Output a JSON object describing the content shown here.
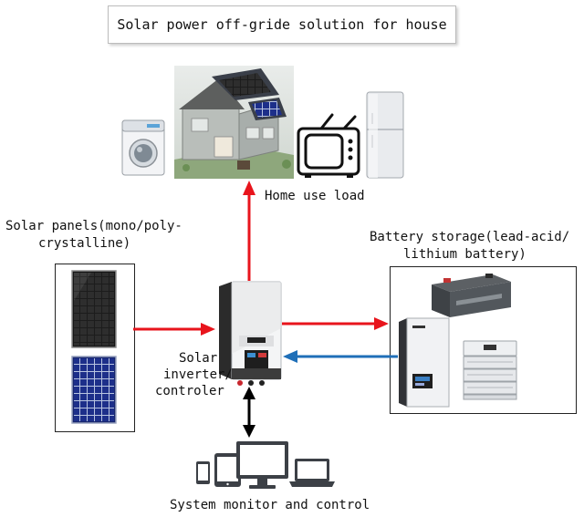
{
  "title": "Solar power off-gride solution for house",
  "nodes": {
    "home_load": {
      "label": "Home use load"
    },
    "solar_panels": {
      "label_line1": "Solar panels(mono/poly-",
      "label_line2": "crystalline)"
    },
    "battery": {
      "label_line1": "Battery storage(lead-acid/",
      "label_line2": "lithium battery)"
    },
    "inverter": {
      "label_line1": "Solar",
      "label_line2": "inverter/",
      "label_line3": "controler"
    },
    "monitor": {
      "label": "System monitor and control"
    }
  },
  "colors": {
    "power_arrow": "#e8141c",
    "return_arrow": "#1f6fb8",
    "control_arrow": "#000000"
  },
  "icons": [
    "house-illustration-icon",
    "washing-machine-icon",
    "tv-icon",
    "refrigerator-icon",
    "solar-panel-icon",
    "inverter-icon",
    "battery-icon",
    "power-wall-icon",
    "battery-rack-icon",
    "phone-icon",
    "tablet-icon",
    "desktop-monitor-icon",
    "laptop-icon"
  ]
}
